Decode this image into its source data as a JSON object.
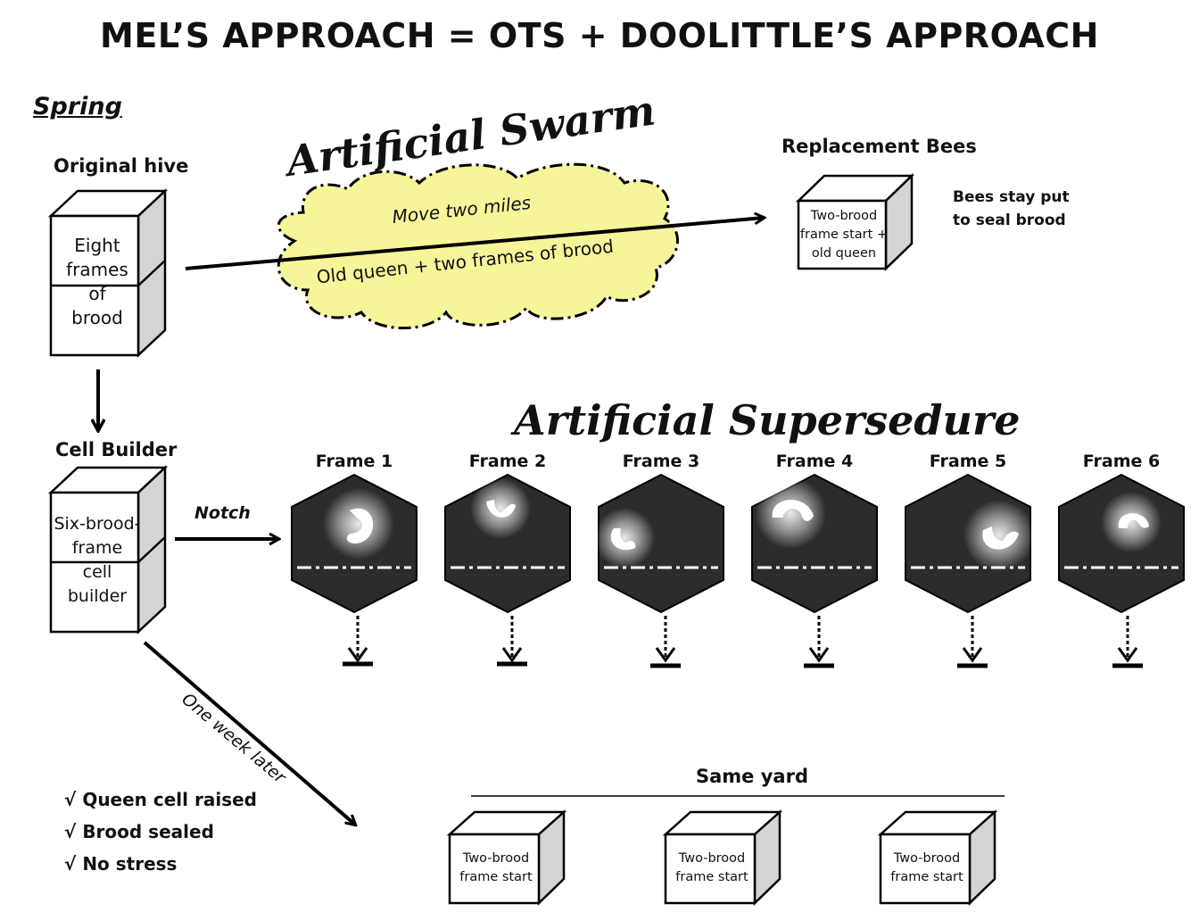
{
  "title": "MEL’S APPROACH = OTS + DOOLITTLE’S APPROACH",
  "season": "Spring",
  "original_hive": {
    "label": "Original hive",
    "box_lines": [
      "Eight",
      "frames",
      "of",
      "brood"
    ]
  },
  "artificial_swarm": {
    "title": "Artificial Swarm",
    "move_text": "Move two miles",
    "content_text": "Old queen + two frames of brood"
  },
  "replacement_bees": {
    "label": "Replacement Bees",
    "box_lines": [
      "Two-brood",
      "frame start +",
      "old queen"
    ],
    "note_lines": [
      "Bees stay put",
      "to seal brood"
    ]
  },
  "cell_builder": {
    "label": "Cell Builder",
    "box_lines": [
      "Six-brood-",
      "frame",
      "cell",
      "builder"
    ],
    "notch_label": "Notch"
  },
  "artificial_supersedure": {
    "title": "Artificial Supersedure",
    "frames": [
      {
        "label": "Frame 1"
      },
      {
        "label": "Frame 2"
      },
      {
        "label": "Frame 3"
      },
      {
        "label": "Frame 4"
      },
      {
        "label": "Frame 5"
      },
      {
        "label": "Frame 6"
      }
    ]
  },
  "one_week_label": "One week later",
  "checklist": [
    {
      "mark": "√",
      "text": "Queen cell raised"
    },
    {
      "mark": "√",
      "text": "Brood sealed"
    },
    {
      "mark": "√",
      "text": "No stress"
    }
  ],
  "same_yard": {
    "label": "Same yard",
    "boxes": [
      {
        "lines": [
          "Two-brood",
          "frame start"
        ]
      },
      {
        "lines": [
          "Two-brood",
          "frame start"
        ]
      },
      {
        "lines": [
          "Two-brood",
          "frame start"
        ]
      }
    ]
  },
  "colors": {
    "cloud_fill": "#f7f59a",
    "hex_fill": "#2c2c2c",
    "box_side": "#d4d4d4"
  }
}
